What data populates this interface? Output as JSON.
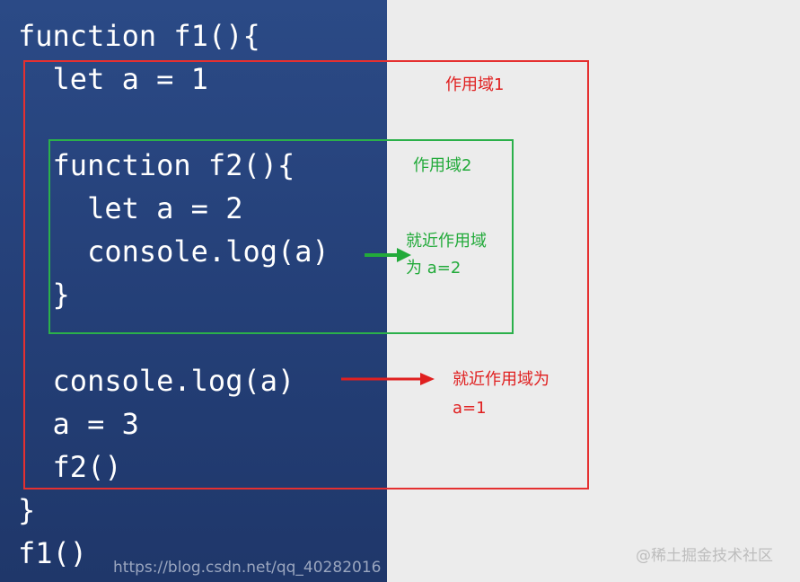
{
  "code": {
    "lines": [
      "function f1(){",
      "  let a = 1",
      "",
      "  function f2(){",
      "    let a = 2",
      "    console.log(a)",
      "  }",
      "",
      "  console.log(a)",
      "  a = 3",
      "  f2()",
      "}",
      "f1()"
    ]
  },
  "annotations": {
    "scope1_label": "作用域1",
    "scope2_label": "作用域2",
    "inner_note_line1": "就近作用域",
    "inner_note_line2": "为 a=2",
    "outer_note_line1": "就近作用域为",
    "outer_note_line2": "a=1"
  },
  "colors": {
    "scope1": "#e53030",
    "scope2": "#2bb04a",
    "code_background": "#243f77"
  },
  "watermarks": {
    "blog_url": "https://blog.csdn.net/qq_40282016",
    "site_mark": "@稀土掘金技术社区"
  }
}
